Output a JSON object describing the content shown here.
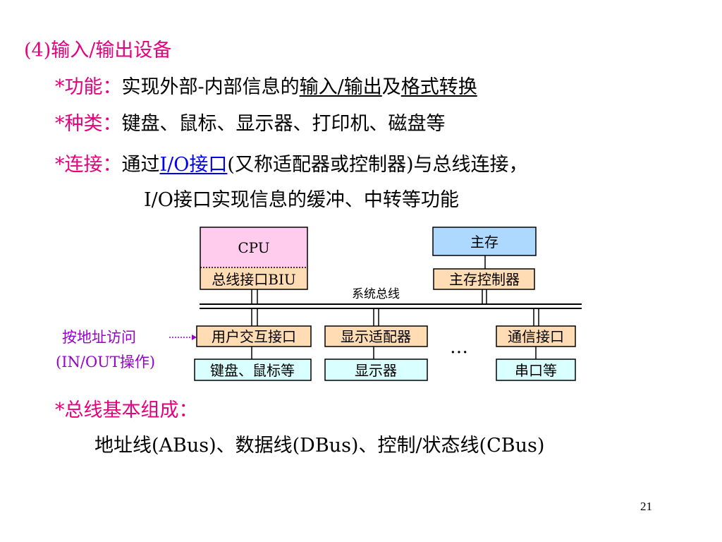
{
  "heading": "(4)输入/输出设备",
  "function_line": {
    "bullet": "*功能：",
    "pre": "实现外部-内部信息的",
    "u1": "输入/输出",
    "mid": "及",
    "u2": "格式转换"
  },
  "types_line": {
    "bullet": "*种类：",
    "text": "键盘、鼠标、显示器、打印机、磁盘等"
  },
  "connect_line": {
    "bullet": "*连接：",
    "pre": "通过",
    "link": "I/O接口",
    "post": "(又称适配器或控制器)与总线连接，",
    "line2": "I/O接口实现信息的缓冲、中转等功能"
  },
  "diagram": {
    "cpu": "CPU",
    "biu": "总线接口BIU",
    "main_memory": "主存",
    "mem_controller": "主存控制器",
    "system_bus": "系统总线",
    "user_interface": "用户交互接口",
    "display_adapter": "显示适配器",
    "comm_interface": "通信接口",
    "keyboard_mouse": "键盘、鼠标等",
    "display": "显示器",
    "serial": "串口等",
    "ellipsis": "…",
    "access_label1": "按地址访问",
    "access_label2": "(IN/OUT操作)",
    "colors": {
      "cpu_fill": "#ffccee",
      "tan_fill": "#ffdcb4",
      "blue_fill": "#add8ff",
      "cyan_fill": "#d9ffff",
      "bus": "#000000",
      "label_purple": "#9900cc"
    }
  },
  "bus_components_line": {
    "bullet": "*总线基本组成：",
    "text": "地址线(ABus)、数据线(DBus)、控制/状态线(CBus)"
  },
  "page_number": "21"
}
